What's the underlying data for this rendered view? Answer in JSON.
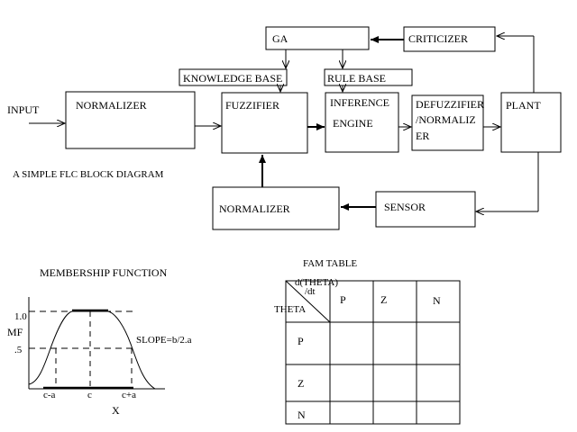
{
  "diagram": {
    "caption": "A SIMPLE FLC BLOCK DIAGRAM",
    "input_label": "INPUT",
    "blocks": {
      "normalizer_in": "NORMALIZER",
      "fuzzifier": "FUZZIFIER",
      "inference_line1": "INFERENCE",
      "inference_line2": "ENGINE",
      "defuzzifier_line1": "DEFUZZIFIER",
      "defuzzifier_line2": "/NORMALIZ",
      "defuzzifier_line3": "ER",
      "plant": "PLANT",
      "ga": "GA",
      "criticizer": "CRITICIZER",
      "knowledge_base": "KNOWLEDGE BASE",
      "rule_base": "RULE BASE",
      "sensor": "SENSOR",
      "normalizer_fb": "NORMALIZER"
    }
  },
  "membership": {
    "title": "MEMBERSHIP FUNCTION",
    "y_axis_label": "MF",
    "y_tick_high": "1.0",
    "y_tick_mid": ".5",
    "slope_label": "SLOPE=b/2.a",
    "x_ticks": [
      "c-a",
      "c",
      "c+a"
    ],
    "x_axis_label": "X"
  },
  "fam_table": {
    "title": "FAM TABLE",
    "corner_top_line1": "d(THETA)",
    "corner_top_line2": "/dt",
    "corner_bottom": "THETA",
    "column_headers": [
      "P",
      "Z",
      "N"
    ],
    "row_headers": [
      "P",
      "Z",
      "N"
    ]
  }
}
